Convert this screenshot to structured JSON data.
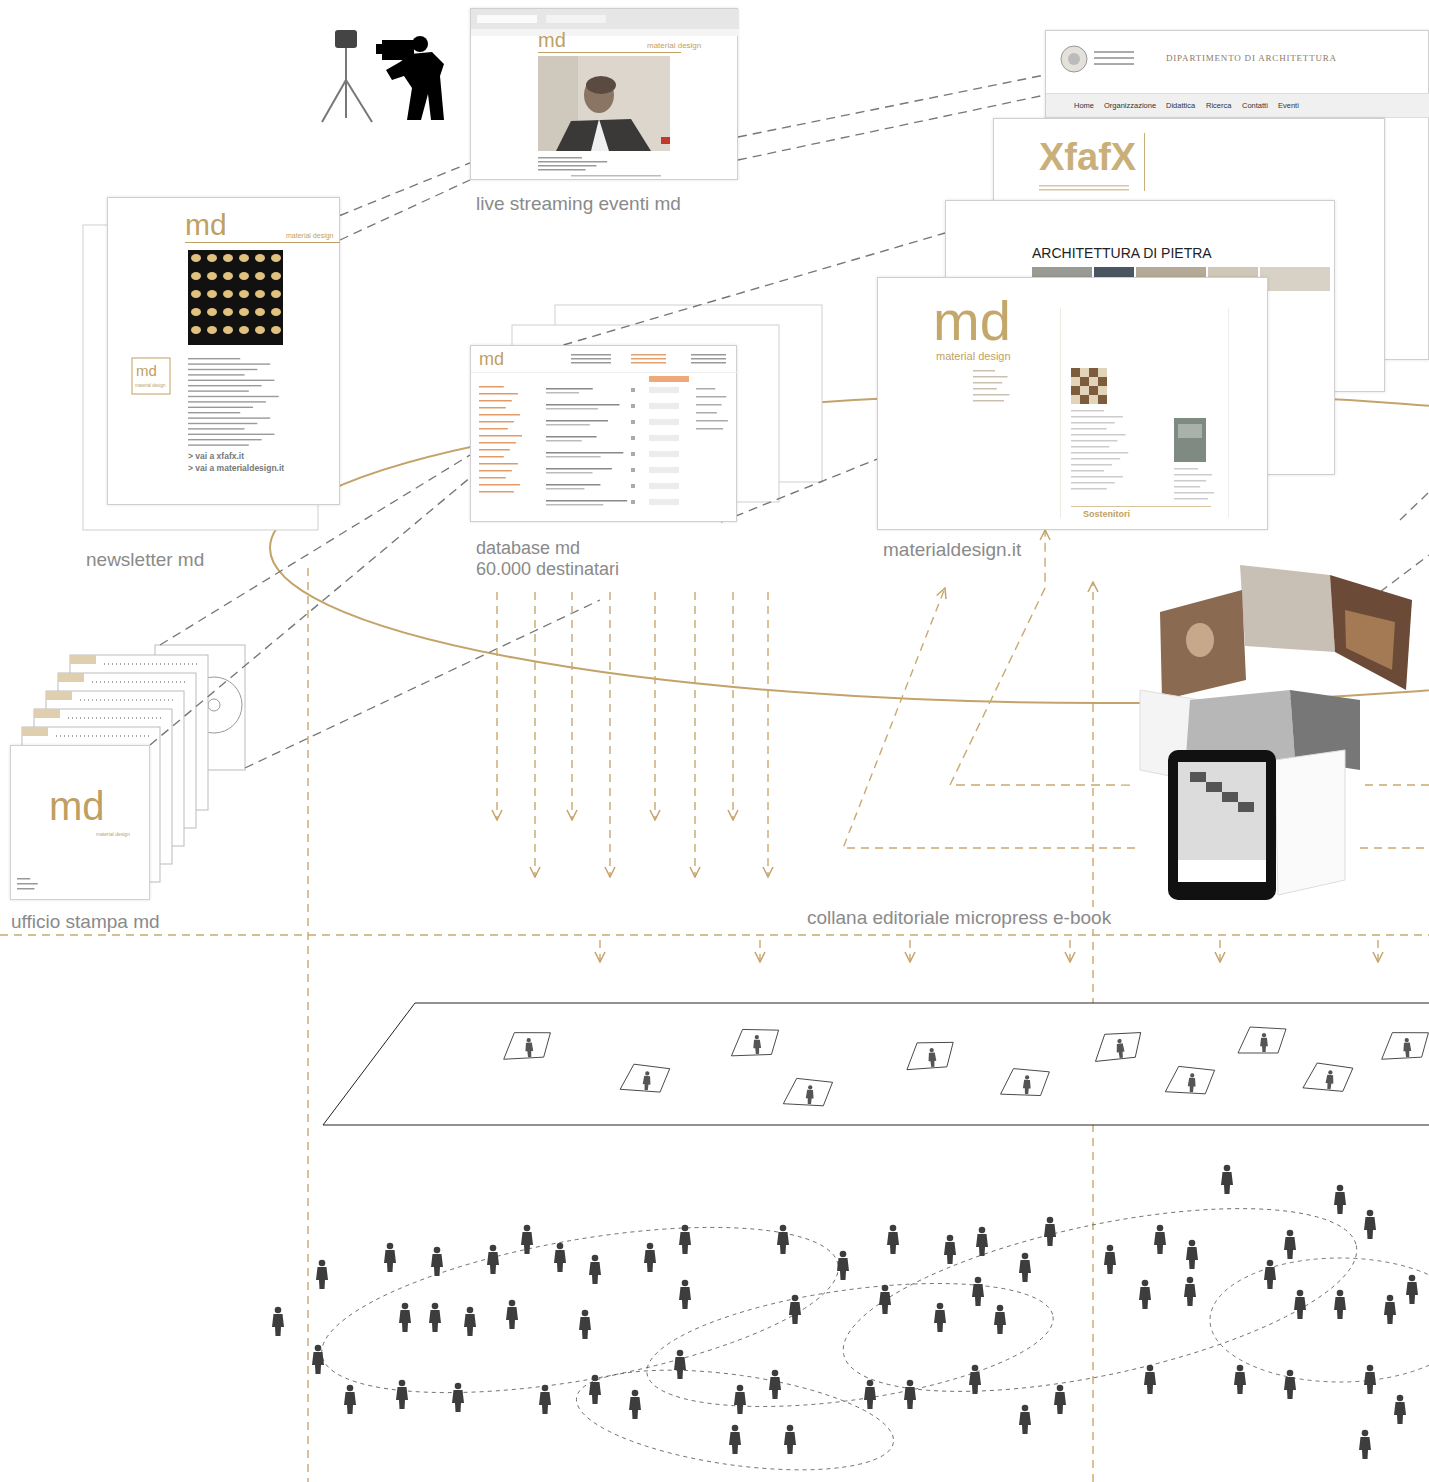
{
  "diagram": {
    "nodes": [
      {
        "text": [
          "md",
          "material design",
          "live streaming eventi md"
        ]
      },
      {
        "text": [
          "DIPARTIMENTO DI ARCHITETTURA",
          "Home",
          "Organizzazione",
          "Didattica",
          "Ricerca",
          "Contatti",
          "Eventi"
        ]
      },
      {
        "text": [
          "XfafX"
        ]
      },
      {
        "text": [
          "ARCHITETTURA DI PIETRA"
        ]
      },
      {
        "text": [
          "md",
          "material design",
          "md",
          "material design",
          "> vai a xfafx.it",
          "> vai a materialdesign.it",
          "newsletter md"
        ]
      },
      {
        "text": [
          "md",
          "database md 60.000 destinatari"
        ]
      },
      {
        "text": [
          "md",
          "material design",
          "Sostenitori",
          "materialdesign.it"
        ]
      },
      {
        "text": [
          "collana editoriale micropress e-book"
        ]
      },
      {
        "text": [
          "md",
          "material design",
          "ufficio stampa md"
        ]
      }
    ],
    "edges": [
      {
        "from": 4,
        "to": 0,
        "arrow": "none"
      },
      {
        "from": 0,
        "to": 1,
        "arrow": "none"
      },
      {
        "from": 8,
        "to": 5,
        "arrow": "none"
      },
      {
        "from": 5,
        "to": 3,
        "arrow": "none"
      },
      {
        "from": 5,
        "to": 6,
        "arrow": "none"
      },
      {
        "from": 7,
        "to": 6,
        "arrow": "to"
      }
    ]
  }
}
